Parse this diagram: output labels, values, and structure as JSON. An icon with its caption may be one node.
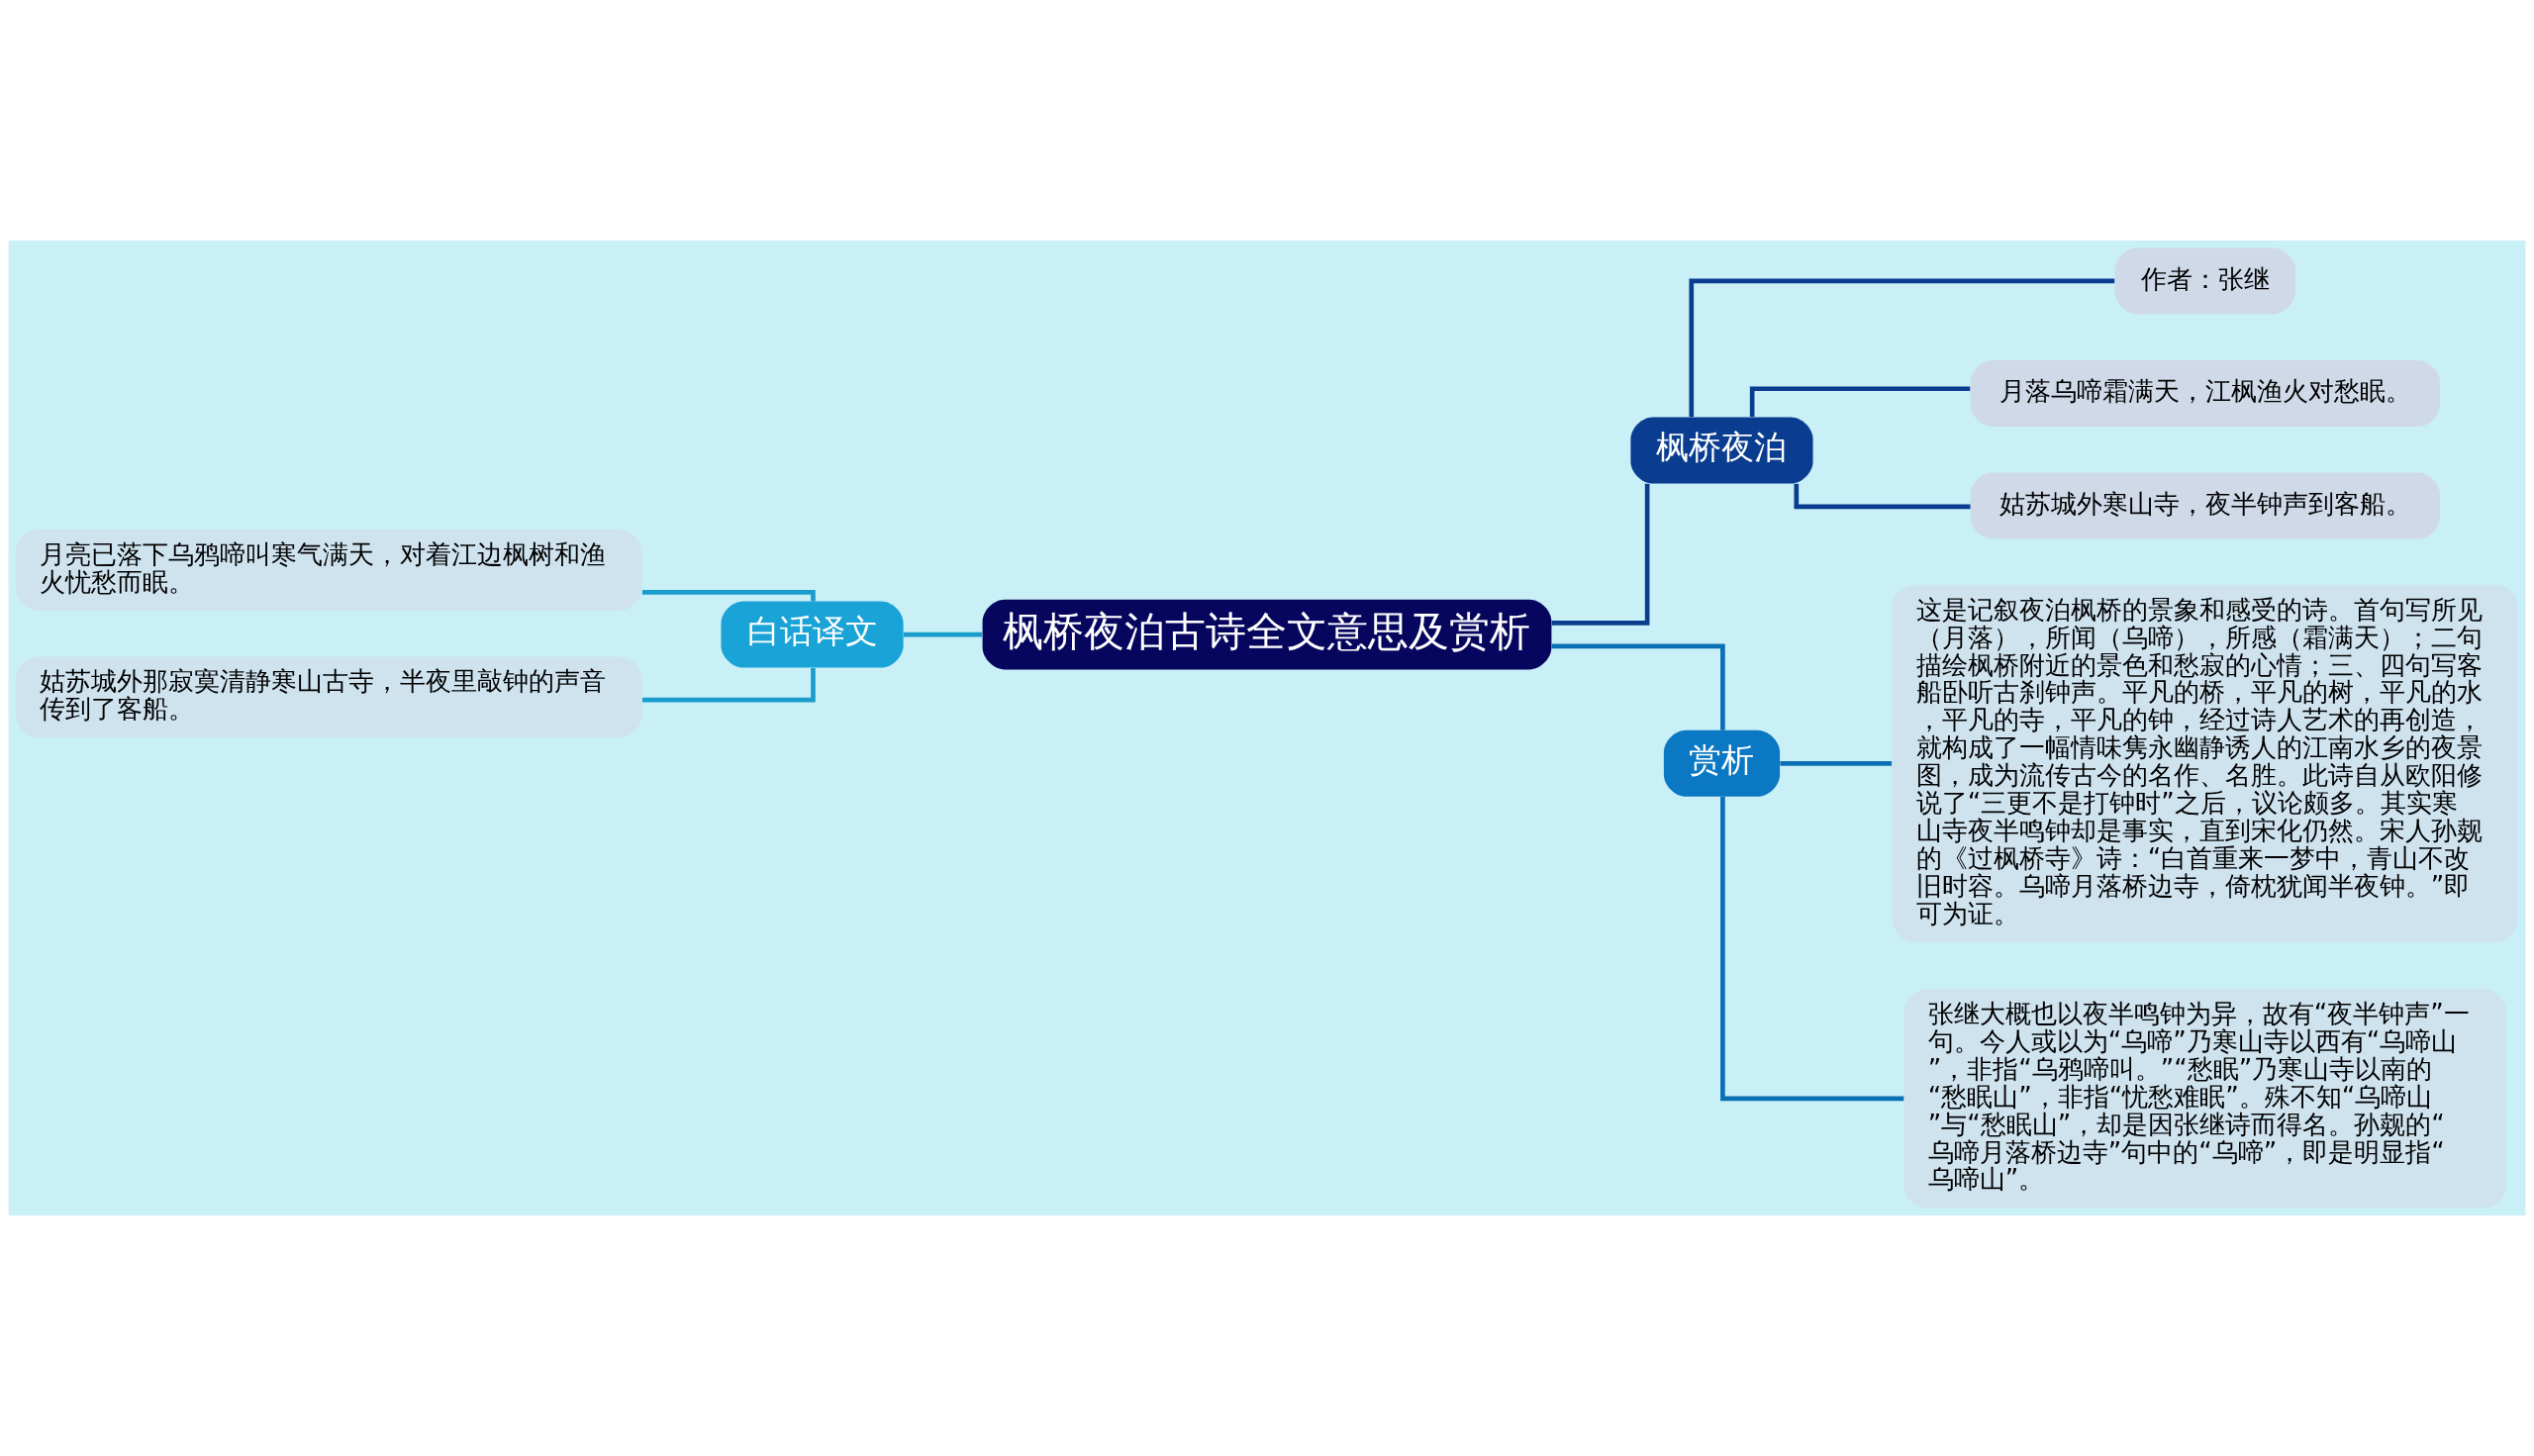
{
  "diagram": {
    "nodes": [
      {
        "text": [
          "枫桥夜泊古诗全文意思及赏析"
        ]
      },
      {
        "text": [
          "白话译文"
        ]
      },
      {
        "text": [
          "月亮已落下乌鸦啼叫寒气满天，对着江边枫树和渔火忧愁而眠。"
        ]
      },
      {
        "text": [
          "姑苏城外那寂寞清静寒山古寺，半夜里敲钟的声音传到了客船。"
        ]
      },
      {
        "text": [
          "枫桥夜泊"
        ]
      },
      {
        "text": [
          "作者：张继"
        ]
      },
      {
        "text": [
          "月落乌啼霜满天，江枫渔火对愁眠。"
        ]
      },
      {
        "text": [
          "姑苏城外寒山寺，夜半钟声到客船。"
        ]
      },
      {
        "text": [
          "赏析"
        ]
      },
      {
        "text": [
          "这是记叙夜泊枫桥的景象和感受的诗。首句写所见（月落），所闻（乌啼），所感（霜满天）；二句描绘枫桥附近的景色和愁寂的心情；三、四句写客船卧听古刹钟声。平凡的桥，平凡的树，平凡的水，平凡的寺，平凡的钟，经过诗人艺术的再创造，就构成了一幅情味隽永幽静诱人的江南水乡的夜景图，成为流传古今的名作、名胜。此诗自从欧阳修说了“三更不是打钟时”之后，议论颇多。其实寒山寺夜半鸣钟却是事实，直到宋化仍然。宋人孙觌的《过枫桥寺》诗：“白首重来一梦中，青山不改旧时容。乌啼月落桥边寺，倚枕犹闻半夜钟。”即可为证。"
        ]
      },
      {
        "text": [
          "张继大概也以夜半鸣钟为异，故有“夜半钟声”一句。今人或以为“乌啼”乃寒山寺以西有“乌啼山”，非指“乌鸦啼叫。”“愁眠”乃寒山寺以南的“愁眠山”，非指“忧愁难眠”。殊不知“乌啼山”与“愁眠山”，却是因张继诗而得名。孙觌的“乌啼月落桥边寺”句中的“乌啼”，即是明显指“乌啼山”。"
        ]
      }
    ],
    "edges": [
      {
        "from": 0,
        "to": 1,
        "arrow": "none",
        "color": "#1a9dcc"
      },
      {
        "from": 1,
        "to": 2,
        "arrow": "none",
        "color": "#1a9dcc"
      },
      {
        "from": 1,
        "to": 3,
        "arrow": "none",
        "color": "#1a9dcc"
      },
      {
        "from": 0,
        "to": 4,
        "arrow": "none"
      },
      {
        "from": 4,
        "to": 5,
        "arrow": "none"
      },
      {
        "from": 4,
        "to": 6,
        "arrow": "none"
      },
      {
        "from": 4,
        "to": 7,
        "arrow": "none"
      },
      {
        "from": 0,
        "to": 8,
        "arrow": "none",
        "color": "#0a6fb3"
      },
      {
        "from": 8,
        "to": 9,
        "arrow": "none",
        "color": "#0a6fb3"
      },
      {
        "from": 8,
        "to": 10,
        "arrow": "none",
        "color": "#0a6fb3"
      }
    ]
  }
}
